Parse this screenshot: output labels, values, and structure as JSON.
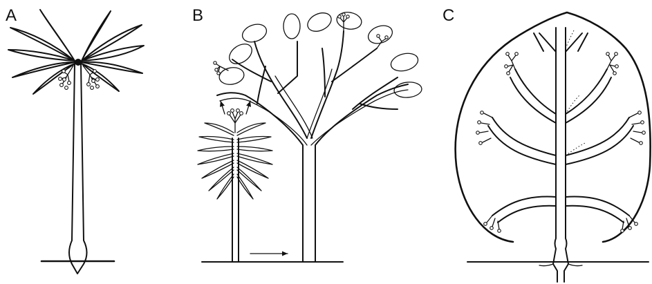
{
  "panels": [
    {
      "letter": "A"
    },
    {
      "letter": "B"
    },
    {
      "letter": "C"
    }
  ]
}
